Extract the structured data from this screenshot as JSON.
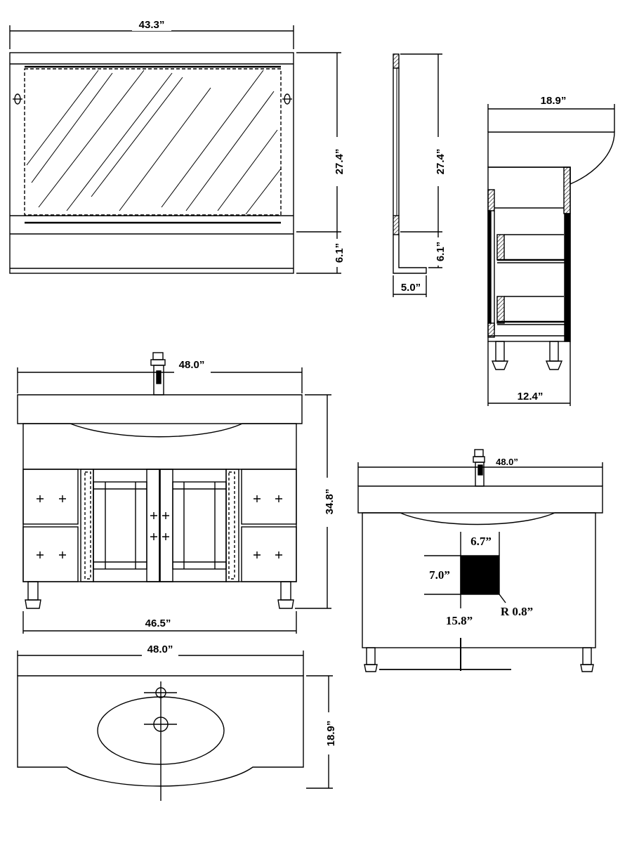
{
  "mirror_front": {
    "width_label": "43.3”",
    "mirror_height_label": "27.4”",
    "shelf_height_label": "6.1”"
  },
  "mirror_side": {
    "mirror_height_label": "27.4”",
    "shelf_height_label": "6.1”",
    "depth_label": "5.0”"
  },
  "cabinet_side": {
    "top_depth_label": "18.9”",
    "bottom_depth_label": "12.4”"
  },
  "cabinet_front": {
    "top_width_label": "48.0”",
    "height_label": "34.8”",
    "bottom_width_label": "46.5”"
  },
  "cabinet_back": {
    "width_label": "48.0”",
    "cutout_top_label": "6.7”",
    "cutout_height_label": "7.0”",
    "cutout_offset_label": "15.8”",
    "corner_radius_label": "R 0.8”"
  },
  "countertop_top": {
    "width_label": "48.0”",
    "depth_label": "18.9”"
  }
}
